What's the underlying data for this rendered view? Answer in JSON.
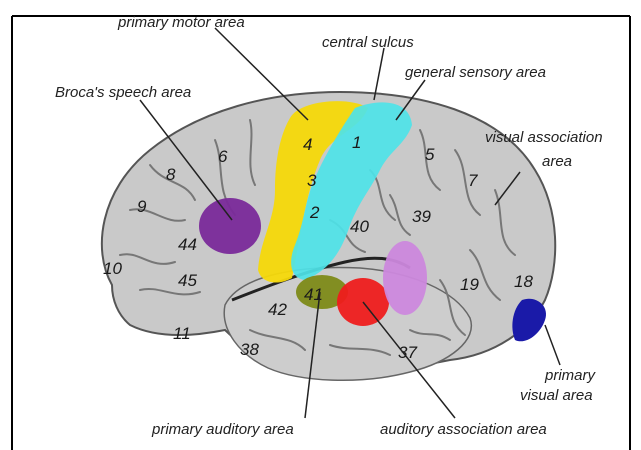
{
  "labels": {
    "primary_motor_area": "primary motor area",
    "central_sulcus": "central sulcus",
    "general_sensory_area": "general sensory area",
    "brocas_speech_area": "Broca's speech area",
    "visual_association_area_line1": "visual association",
    "visual_association_area_line2": "area",
    "primary_visual_area_line1": "primary",
    "primary_visual_area_line2": "visual area",
    "primary_auditory_area": "primary auditory area",
    "auditory_association_area": "auditory association area"
  },
  "brodmann_numbers": [
    "4",
    "6",
    "1",
    "5",
    "8",
    "3",
    "7",
    "9",
    "2",
    "40",
    "39",
    "44",
    "10",
    "45",
    "19",
    "18",
    "41",
    "42",
    "11",
    "38",
    "37"
  ],
  "colors": {
    "primary_motor": "#f5d90a",
    "general_sensory": "#4ee3e8",
    "broca": "#7a2a9a",
    "primary_auditory": "#7d8a18",
    "auditory_association": "#ee1c1c",
    "visual_association": "#cc88dd",
    "primary_visual": "#1a1aa8",
    "brain_surface": "#c8c8c8"
  }
}
